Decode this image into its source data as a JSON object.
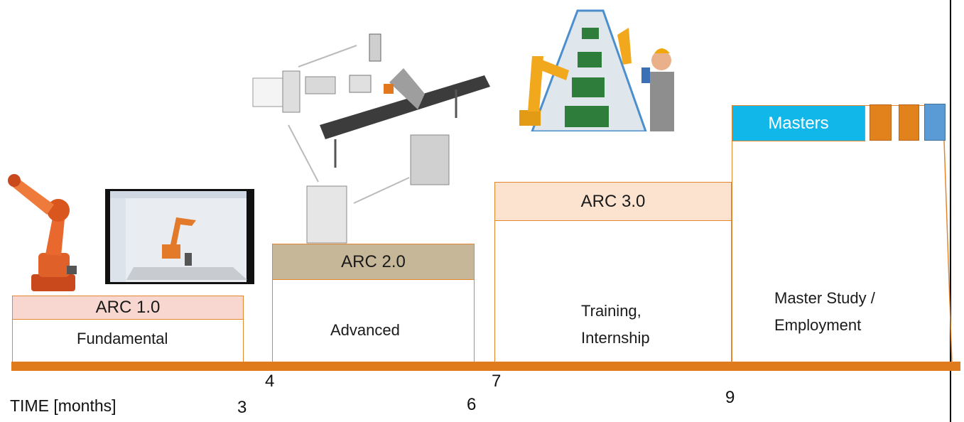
{
  "phases": [
    {
      "title": "ARC 1.0",
      "subtitle": "Fundamental",
      "color": "#f8d7d0"
    },
    {
      "title": "ARC 2.0",
      "subtitle": "Advanced",
      "color": "#c7b799"
    },
    {
      "title": "ARC 3.0",
      "subtitle": "Training,\nInternship",
      "color": "#fbe3cf"
    },
    {
      "title": "Masters",
      "subtitle": "Master Study /\nEmployment",
      "color": "#12b7ea"
    }
  ],
  "axis": {
    "label": "TIME [months]",
    "ticks": [
      "3",
      "4",
      "6",
      "7",
      "9"
    ]
  },
  "colors": {
    "timeline": "#df7b1c",
    "box_border": "#e3862e",
    "small_orange": "#e2821c",
    "small_blue": "#5b9bd5"
  },
  "icons": [
    "industrial-robot-icon",
    "robot-simulation-screenshot",
    "robot-cell-system-icon",
    "pcb-assembly-line-icon"
  ]
}
